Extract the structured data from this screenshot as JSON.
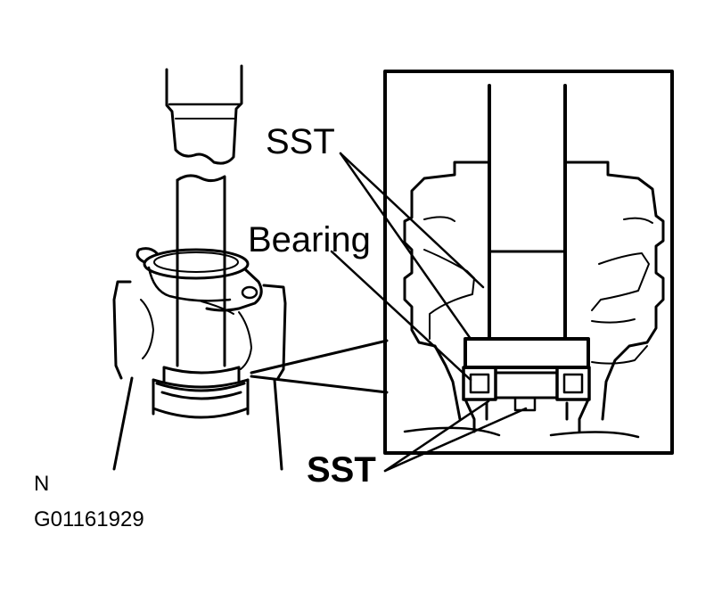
{
  "labels": {
    "sst_top": "SST",
    "bearing": "Bearing",
    "sst_bottom": "SST",
    "orientation": "N",
    "figure_code": "G01161929"
  },
  "colors": {
    "ink": "#000000",
    "paper": "#ffffff"
  }
}
